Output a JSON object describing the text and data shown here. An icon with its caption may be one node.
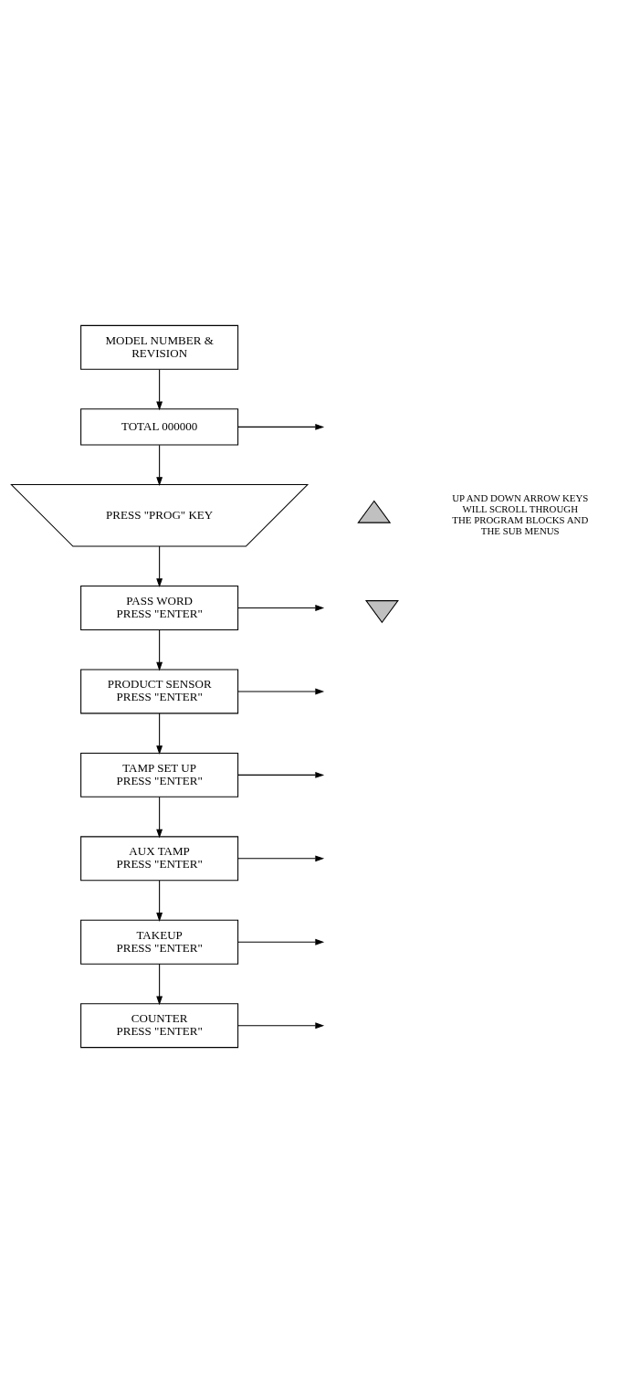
{
  "diagram": {
    "nodes": [
      {
        "text": [
          "MODEL NUMBER & REVISION"
        ]
      },
      {
        "text": [
          "TOTAL 000000"
        ]
      },
      {
        "text": [
          "PRESS \"PROG\" KEY"
        ]
      },
      {
        "text": [
          "PASS WORD",
          "PRESS \"ENTER\""
        ]
      },
      {
        "text": [
          "PRODUCT SENSOR",
          "PRESS \"ENTER\""
        ]
      },
      {
        "text": [
          "TAMP SET UP",
          "PRESS \"ENTER\""
        ]
      },
      {
        "text": [
          "AUX TAMP",
          "PRESS \"ENTER\""
        ]
      },
      {
        "text": [
          "TAKEUP",
          "PRESS \"ENTER\""
        ]
      },
      {
        "text": [
          "COUNTER",
          "PRESS \"ENTER\""
        ]
      },
      {
        "text": [],
        "shape": "triangle"
      },
      {
        "text": [],
        "shape": "triangle"
      }
    ],
    "edges": [
      {
        "from": 0,
        "to": 1,
        "arrow": "to"
      },
      {
        "from": 1,
        "to": 2,
        "arrow": "to"
      },
      {
        "from": 2,
        "to": 3,
        "arrow": "to"
      },
      {
        "from": 3,
        "to": 4,
        "arrow": "to"
      },
      {
        "from": 4,
        "to": 5,
        "arrow": "to"
      },
      {
        "from": 5,
        "to": 6,
        "arrow": "to"
      },
      {
        "from": 6,
        "to": 7,
        "arrow": "to"
      },
      {
        "from": 7,
        "to": 8,
        "arrow": "to"
      },
      {
        "from": 1,
        "to": null,
        "arrow": "to"
      },
      {
        "from": 3,
        "to": null,
        "arrow": "to"
      },
      {
        "from": 4,
        "to": null,
        "arrow": "to"
      },
      {
        "from": 5,
        "to": null,
        "arrow": "to"
      },
      {
        "from": 6,
        "to": null,
        "arrow": "to"
      },
      {
        "from": 7,
        "to": null,
        "arrow": "to"
      },
      {
        "from": 8,
        "to": null,
        "arrow": "to"
      }
    ],
    "labels": [
      "UP AND DOWN ARROW KEYS WILL SCROLL THROUGH THE PROGRAM BLOCKS AND THE SUB MENUS"
    ]
  }
}
